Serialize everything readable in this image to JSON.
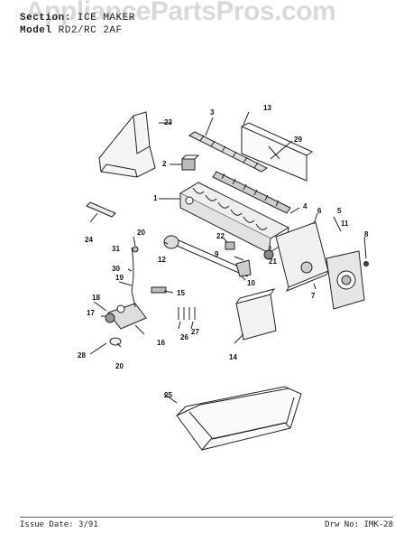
{
  "header": {
    "section_label": "Section:",
    "section_value": "ICE MAKER",
    "model_label": "Model",
    "model_value": "RD2/RC  2AF"
  },
  "watermark": "AppliancePartsPros.com",
  "parts": [
    "1",
    "2",
    "3",
    "4",
    "5",
    "6",
    "7",
    "8",
    "9",
    "10",
    "11",
    "12",
    "13",
    "14",
    "15",
    "16",
    "17",
    "18",
    "19",
    "20",
    "20",
    "21",
    "22",
    "23",
    "24",
    "25",
    "26",
    "27",
    "28",
    "29",
    "30",
    "31"
  ],
  "footer": {
    "issue_date_label": "Issue Date:",
    "issue_date_value": "3/91",
    "drawing_no_label": "Drw No:",
    "drawing_no_value": "IMK-28"
  }
}
